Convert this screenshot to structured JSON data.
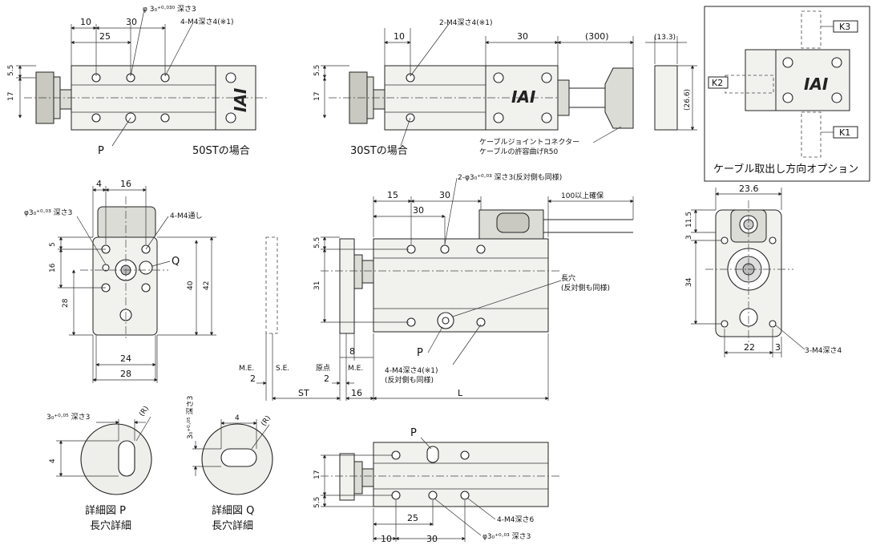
{
  "dims_top": {
    "d10a": "10",
    "d25a": "25",
    "d30a": "30",
    "d5_5a": "5.5",
    "d17a": "17",
    "note_hole": "φ 3₀⁺⁰·⁰³⁰ 深さ3",
    "note_m4": "4-M4深さ4(※1)",
    "cap50": "50STの場合",
    "p_label": "P"
  },
  "dims_top2": {
    "d10": "10",
    "d30": "30",
    "d300": "(300)",
    "d13_3": "(13.3)",
    "d26_6": "(26.6)",
    "d5_5": "5.5",
    "d17": "17",
    "note_m4": "2-M4深さ4(※1)",
    "cap30": "30STの場合",
    "cable_note1": "ケーブルジョイントコネクター",
    "cable_note2": "ケーブルの許容曲げR50"
  },
  "option": {
    "title": "ケーブル取出し方向オプション",
    "k1": "K1",
    "k2": "K2",
    "k3": "K3",
    "logo": "IAI"
  },
  "front": {
    "d4": "4",
    "d16": "16",
    "hole": "φ3₀⁺⁰·⁰³ 深さ3",
    "m4": "4-M4通し",
    "d5": "5",
    "d16v": "16",
    "d28": "28",
    "d40": "40",
    "d42": "42",
    "d24": "24",
    "d28h": "28",
    "q": "Q"
  },
  "main": {
    "d15": "15",
    "d30a": "30",
    "d30b": "30",
    "d100": "100以上確保",
    "hole": "2-φ3₀⁺⁰·⁰³ 深さ3(反対側も同様)",
    "d5_5": "5.5",
    "d31": "31",
    "slot1": "長穴",
    "slot2": "(反対側も同様)",
    "m4a": "4-M4深さ4(※1)",
    "m4b": "(反対側も同様)",
    "p": "P",
    "me": "M.E.",
    "se": "S.E.",
    "origin": "原点",
    "me2": "M.E.",
    "d2a": "2",
    "d2b": "2",
    "d8": "8",
    "st": "ST",
    "d16": "16",
    "l": "L"
  },
  "side": {
    "d23_6": "23.6",
    "d11_5": "11.5",
    "d3": "3",
    "d34": "34",
    "d22": "22",
    "d3b": "3",
    "m4": "3-M4深さ4"
  },
  "detail": {
    "p_dim": "3₀⁺⁰·⁰⁵ 深さ3",
    "p_d4": "4",
    "p_r": "(R)",
    "p_cap1": "詳細図 P",
    "p_cap2": "長穴詳細",
    "q_dim": "3₀⁺⁰·⁰⁵ 深さ3",
    "q_d4": "4",
    "q_r": "(R)",
    "q_cap1": "詳細図 Q",
    "q_cap2": "長穴詳細"
  },
  "bottom": {
    "p": "P",
    "d17": "17",
    "d5_5": "5.5",
    "d10": "10",
    "d25": "25",
    "d30": "30",
    "m4": "4-M4深さ6",
    "hole": "φ3₀⁺⁰·⁰³ 深さ3"
  }
}
